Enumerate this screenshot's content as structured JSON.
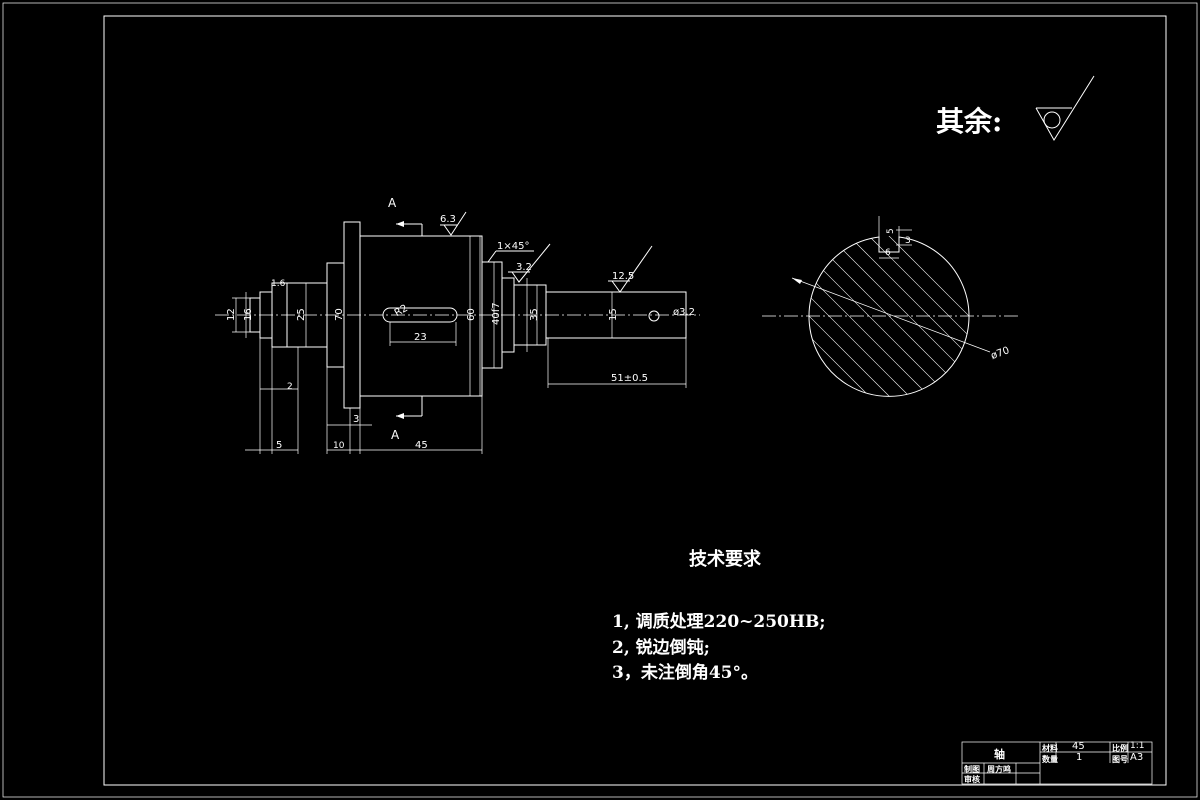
{
  "surface_finish": {
    "label": "其余:"
  },
  "section_mark": {
    "top": "A",
    "bottom": "A"
  },
  "dimensions": {
    "d12": "12",
    "d16": "16",
    "d25": "25",
    "d70": "70",
    "d40f7": "40f7",
    "d60": "60",
    "d35": "35",
    "d15": "15",
    "d_hole": "ø3.2",
    "l51": "51±0.5",
    "l5": "5",
    "l10": "10",
    "l3": "3",
    "l45": "45",
    "l2": "2",
    "l1_6": "1.6",
    "l23": "23",
    "r2": "R2",
    "chamfer": "1×45°",
    "ra_6_3": "6.3",
    "ra_3_2": "3.2",
    "ra_12_5": "12.5",
    "sec_diameter": "ø70",
    "sec_6": "6",
    "sec_3": "3",
    "sec_5": "5"
  },
  "technical_requirements": {
    "title": "技术要求",
    "items": [
      "1,  调质处理220~250HB;",
      "2, 锐边倒钝;",
      "3，未注倒角45°。"
    ]
  },
  "title_block": {
    "part_name": "轴",
    "material_label": "材料",
    "material": "45",
    "quantity_label": "数量",
    "quantity": "1",
    "scale_label": "比例",
    "scale": "1:1",
    "drawing_no_label": "图号",
    "drawing_no": "A3",
    "drawn_label": "制图",
    "drawn_by": "周方鸣",
    "checked_label": "审核"
  }
}
